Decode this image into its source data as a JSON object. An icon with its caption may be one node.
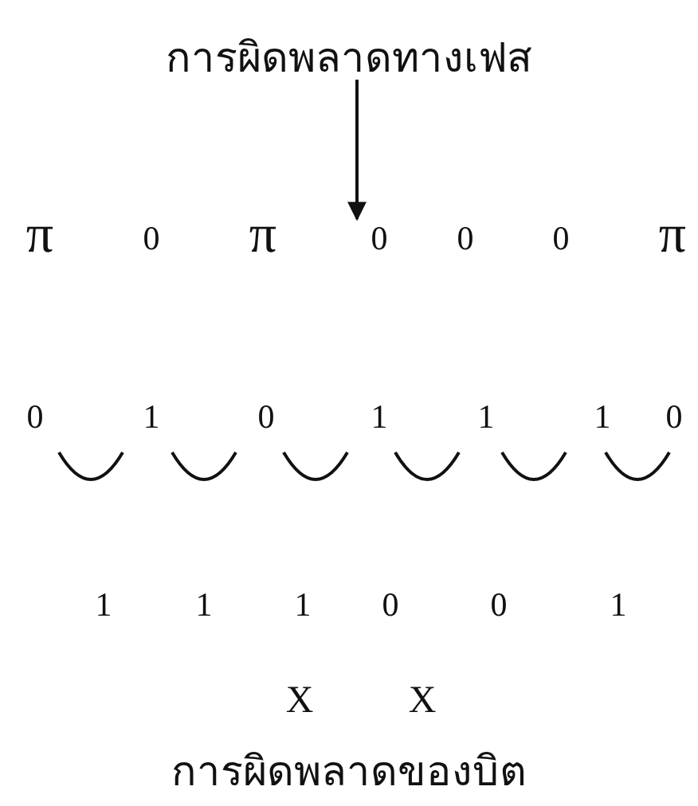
{
  "diagram": {
    "caption": "การผิดพลาดของบิต",
    "nodes": [
      {
        "text": [
          "การผิดพลาดทางเฟส"
        ]
      },
      {
        "text": [
          "π"
        ]
      },
      {
        "text": [
          "0"
        ]
      },
      {
        "text": [
          "π"
        ]
      },
      {
        "text": [
          "0"
        ]
      },
      {
        "text": [
          "0"
        ]
      },
      {
        "text": [
          "0"
        ]
      },
      {
        "text": [
          "π"
        ]
      }
    ],
    "edges": [
      {
        "from": 0,
        "to": 4,
        "arrow": "to"
      }
    ],
    "labels": [
      "0",
      "1",
      "0",
      "1",
      "1",
      "1",
      "0",
      "1",
      "1",
      "1",
      "0",
      "0",
      "1",
      "X",
      "X"
    ]
  }
}
